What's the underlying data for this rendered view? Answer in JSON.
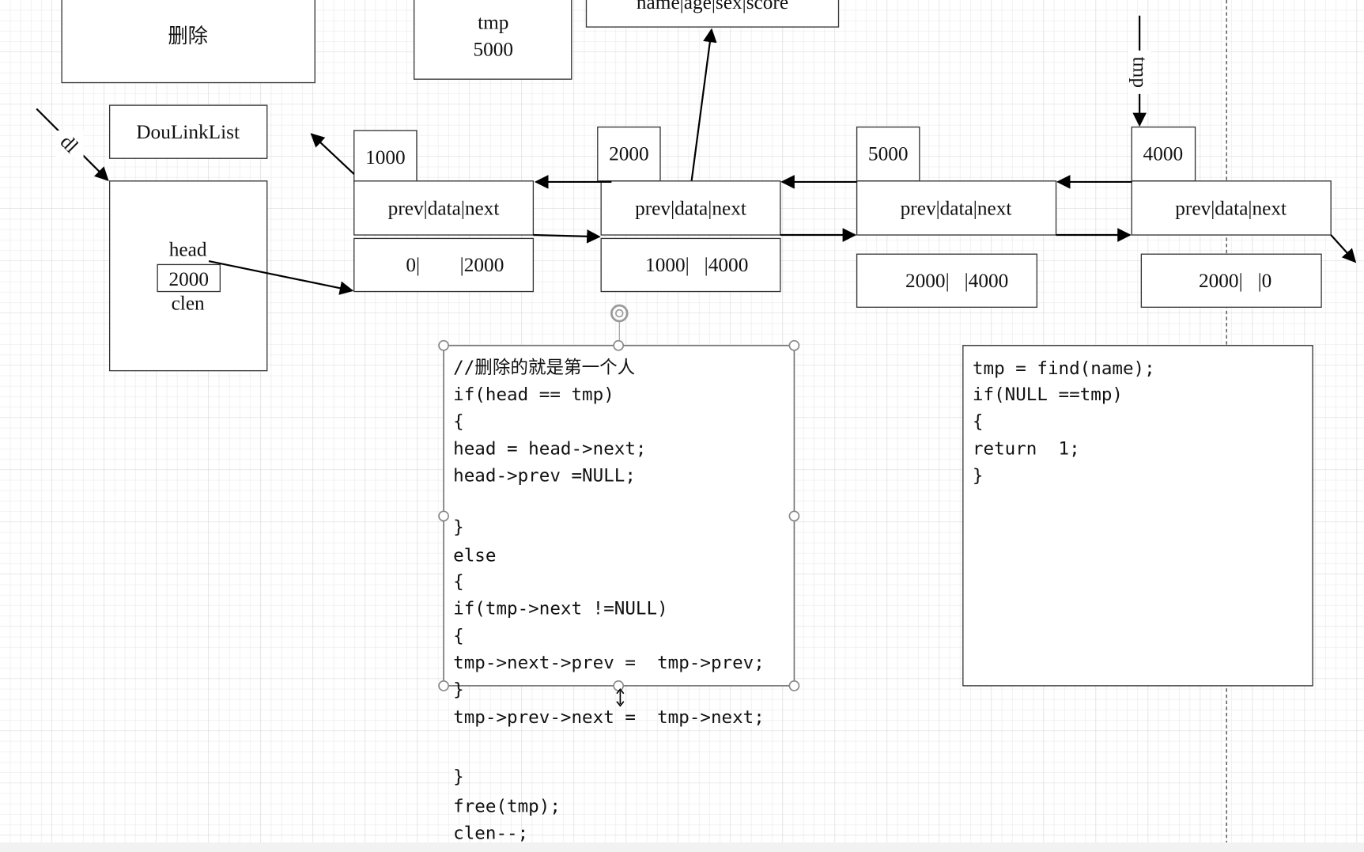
{
  "title_box": {
    "label": "删除"
  },
  "tmp_box": {
    "name": "tmp",
    "value": "5000"
  },
  "struct_box": {
    "label": "name|age|sex|score"
  },
  "list_header": {
    "type_label": "DouLinkList",
    "pointer_label": "dl",
    "head_label": "head",
    "head_value": "2000",
    "clen_label": "clen"
  },
  "tmp_pointer": {
    "label": "tmp"
  },
  "nodes": [
    {
      "address": "1000",
      "fields": "prev|data|next",
      "values": "0|        |2000"
    },
    {
      "address": "2000",
      "fields": "prev|data|next",
      "values": "1000|   |4000"
    },
    {
      "address": "5000",
      "fields": "prev|data|next",
      "values": "2000|   |4000"
    },
    {
      "address": "4000",
      "fields": "prev|data|next",
      "values": "2000|   |0"
    }
  ],
  "code_left": {
    "lines": [
      "//删除的就是第一个人",
      "if(head == tmp)",
      "{",
      "head = head->next;",
      "head->prev =NULL;",
      "",
      "}",
      "else",
      "{",
      "if(tmp->next !=NULL)",
      "{",
      "tmp->next->prev =  tmp->prev;",
      "}",
      "tmp->prev->next =  tmp->next;",
      "",
      "}",
      "free(tmp);",
      "clen--;"
    ]
  },
  "code_right": {
    "lines": [
      "tmp = find(name);",
      "if(NULL ==tmp)",
      "{",
      "return  1;",
      "}"
    ]
  },
  "colors": {
    "grid": "#e4e4e4",
    "grid_major": "#d0d0d0",
    "stroke": "#333333",
    "handle": "#888888"
  }
}
